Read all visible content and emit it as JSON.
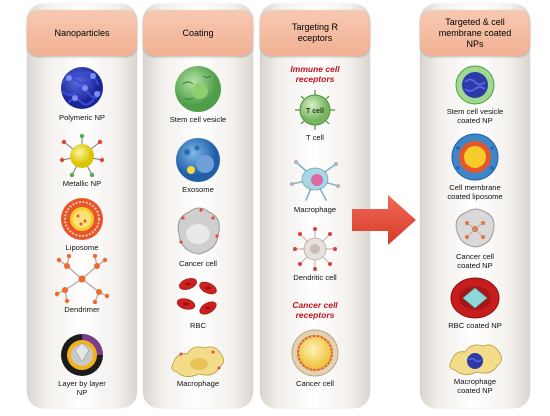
{
  "columns": {
    "nanoparticles": {
      "title": "Nanoparticles",
      "items": [
        "Polymeric NP",
        "Metallic NP",
        "Liposome",
        "Dendrimer",
        "Layer by layer NP"
      ]
    },
    "coating": {
      "title": "Coating",
      "items": [
        "Stem cell vesicle",
        "Exosome",
        "Cancer cell",
        "RBC",
        "Macrophage"
      ]
    },
    "targeting": {
      "title": "Targeting R eceptors",
      "immune_heading": "Immune cell receptors",
      "immune_items": [
        "T cell",
        "Macrophage",
        "Dendritic cell"
      ],
      "tcell_inner_label": "T cell",
      "cancer_heading": "Cancer cell receptors",
      "cancer_items": [
        "Cancer cell"
      ]
    },
    "targeted": {
      "title": "Targeted & cell membrane coated NPs",
      "items": [
        "Stem cell vesicle coated NP",
        "Cell membrane coated liposome",
        "Cancer cell coated NP",
        "RBC coated NP",
        "Macrophage coated NP"
      ]
    }
  },
  "colors": {
    "header": "#f1b092",
    "arrow": "#e8483a",
    "receptor_heading": "#c1121f"
  },
  "icons": [
    "arrow-right-icon",
    "polymeric-np-icon",
    "metallic-np-icon",
    "liposome-icon",
    "dendrimer-icon",
    "layer-np-icon"
  ]
}
